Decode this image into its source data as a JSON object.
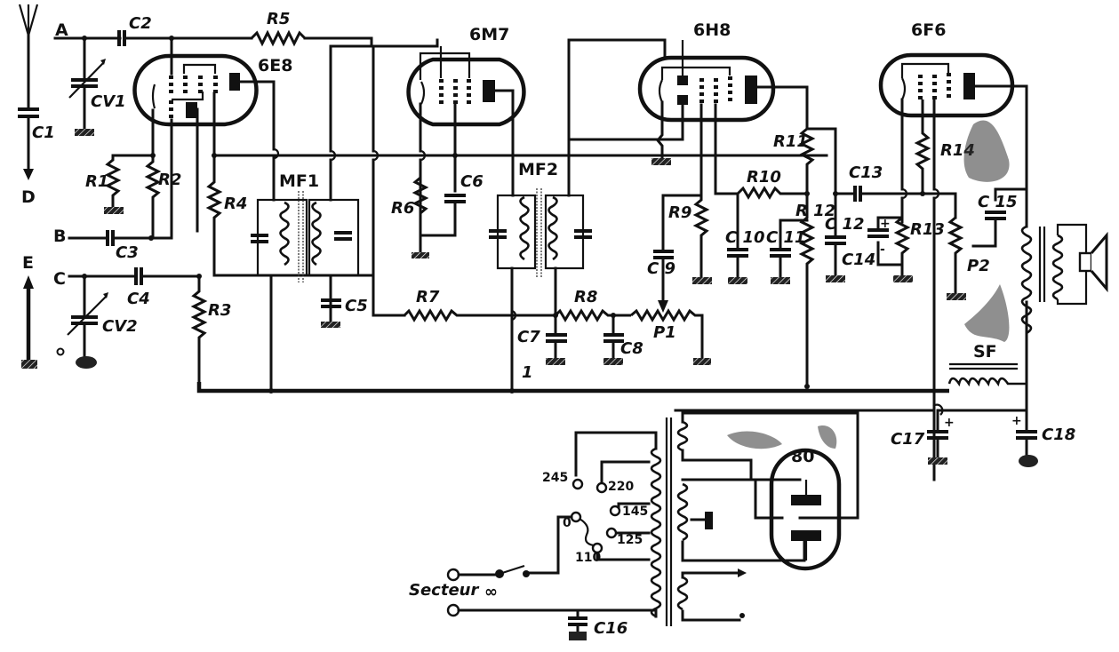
{
  "diagram": {
    "title": "Superheterodyne receiver schematic",
    "tubes": [
      {
        "id": "6E8",
        "label": "6E8"
      },
      {
        "id": "6M7",
        "label": "6M7"
      },
      {
        "id": "6H8",
        "label": "6H8"
      },
      {
        "id": "6F6",
        "label": "6F6"
      },
      {
        "id": "80",
        "label": "80"
      }
    ],
    "terminals": {
      "A": "A",
      "B": "B",
      "C": "C",
      "D": "D",
      "E": "E"
    },
    "resistors": {
      "R1": "R1",
      "R2": "R2",
      "R3": "R3",
      "R4": "R4",
      "R5": "R5",
      "R6": "R6",
      "R7": "R7",
      "R8": "R8",
      "R9": "R9",
      "R10": "R10",
      "R11": "R11",
      "R12": "R 12",
      "R13": "R13",
      "R14": "R14",
      "P1": "P1",
      "P2": "P2"
    },
    "capacitors": {
      "C1": "C1",
      "C2": "C2",
      "C3": "C3",
      "C4": "C4",
      "C5": "C5",
      "C6": "C6",
      "C7": "C7",
      "C8": "C8",
      "C9": "C 9",
      "C10": "C 10",
      "C11": "C 11",
      "C12": "C 12",
      "C13": "C13",
      "C14": "C14",
      "C15": "C 15",
      "C16": "C16",
      "C17": "C17",
      "C18": "C18",
      "CV1": "CV1",
      "CV2": "CV2"
    },
    "transformers": {
      "MF1": "MF1",
      "MF2": "MF2",
      "SF": "SF"
    },
    "mains": {
      "label": "Secteur",
      "taps": [
        "245",
        "220",
        "145",
        "125",
        "110",
        "0"
      ]
    },
    "misc": {
      "junction_mark": "1"
    }
  }
}
